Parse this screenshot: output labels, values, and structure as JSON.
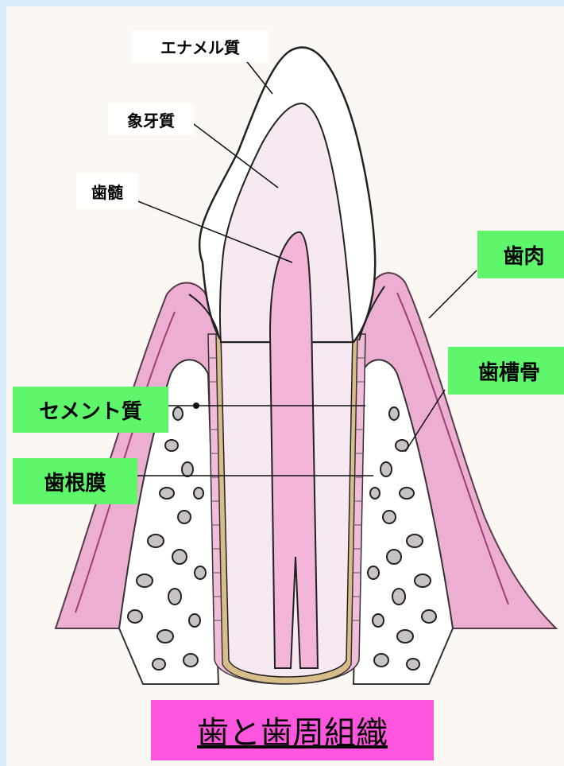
{
  "labels": {
    "enamel": "エナメル質",
    "dentin": "象牙質",
    "pulp": "歯髄",
    "gingiva": "歯肉",
    "alveolar_bone": "歯槽骨",
    "cementum": "セメント質",
    "periodontal_ligament": "歯根膜"
  },
  "title": "歯と歯周組織",
  "colors": {
    "background": "#d8ecfb",
    "paper": "#fbf8f3",
    "gum_pink": "#ecaed1",
    "pulp_pink": "#f4b6d8",
    "dentin": "#f6e9f2",
    "cementum": "#d8bc8a",
    "label_green": "#5ef66a",
    "title_magenta": "#ff55df"
  }
}
